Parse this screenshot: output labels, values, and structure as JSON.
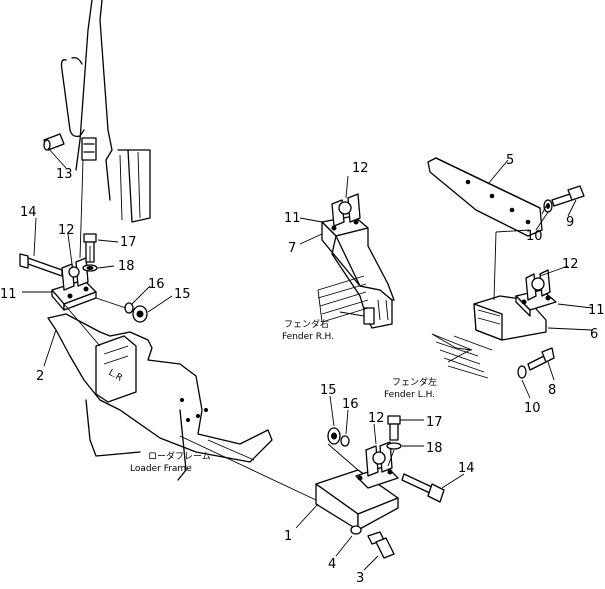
{
  "callouts": {
    "c1": "1",
    "c2": "2",
    "c3": "3",
    "c4": "4",
    "c5": "5",
    "c6": "6",
    "c7": "7",
    "c8": "8",
    "c9": "9",
    "c10a": "10",
    "c10b": "10",
    "c11a": "11",
    "c11b": "11",
    "c11c": "11",
    "c12a": "12",
    "c12b": "12",
    "c12c": "12",
    "c12d": "12",
    "c13": "13",
    "c14a": "14",
    "c14b": "14",
    "c15a": "15",
    "c15b": "15",
    "c16a": "16",
    "c16b": "16",
    "c17a": "17",
    "c17b": "17",
    "c18a": "18",
    "c18b": "18"
  },
  "labels": {
    "fender_rh_jp": "フェンダ右",
    "fender_rh_en": "Fender R.H.",
    "fender_lh_jp": "フェンダ左",
    "fender_lh_en": "Fender L.H.",
    "loader_frame_jp": "ローダフレーム",
    "loader_frame_en": "Loader Frame"
  }
}
